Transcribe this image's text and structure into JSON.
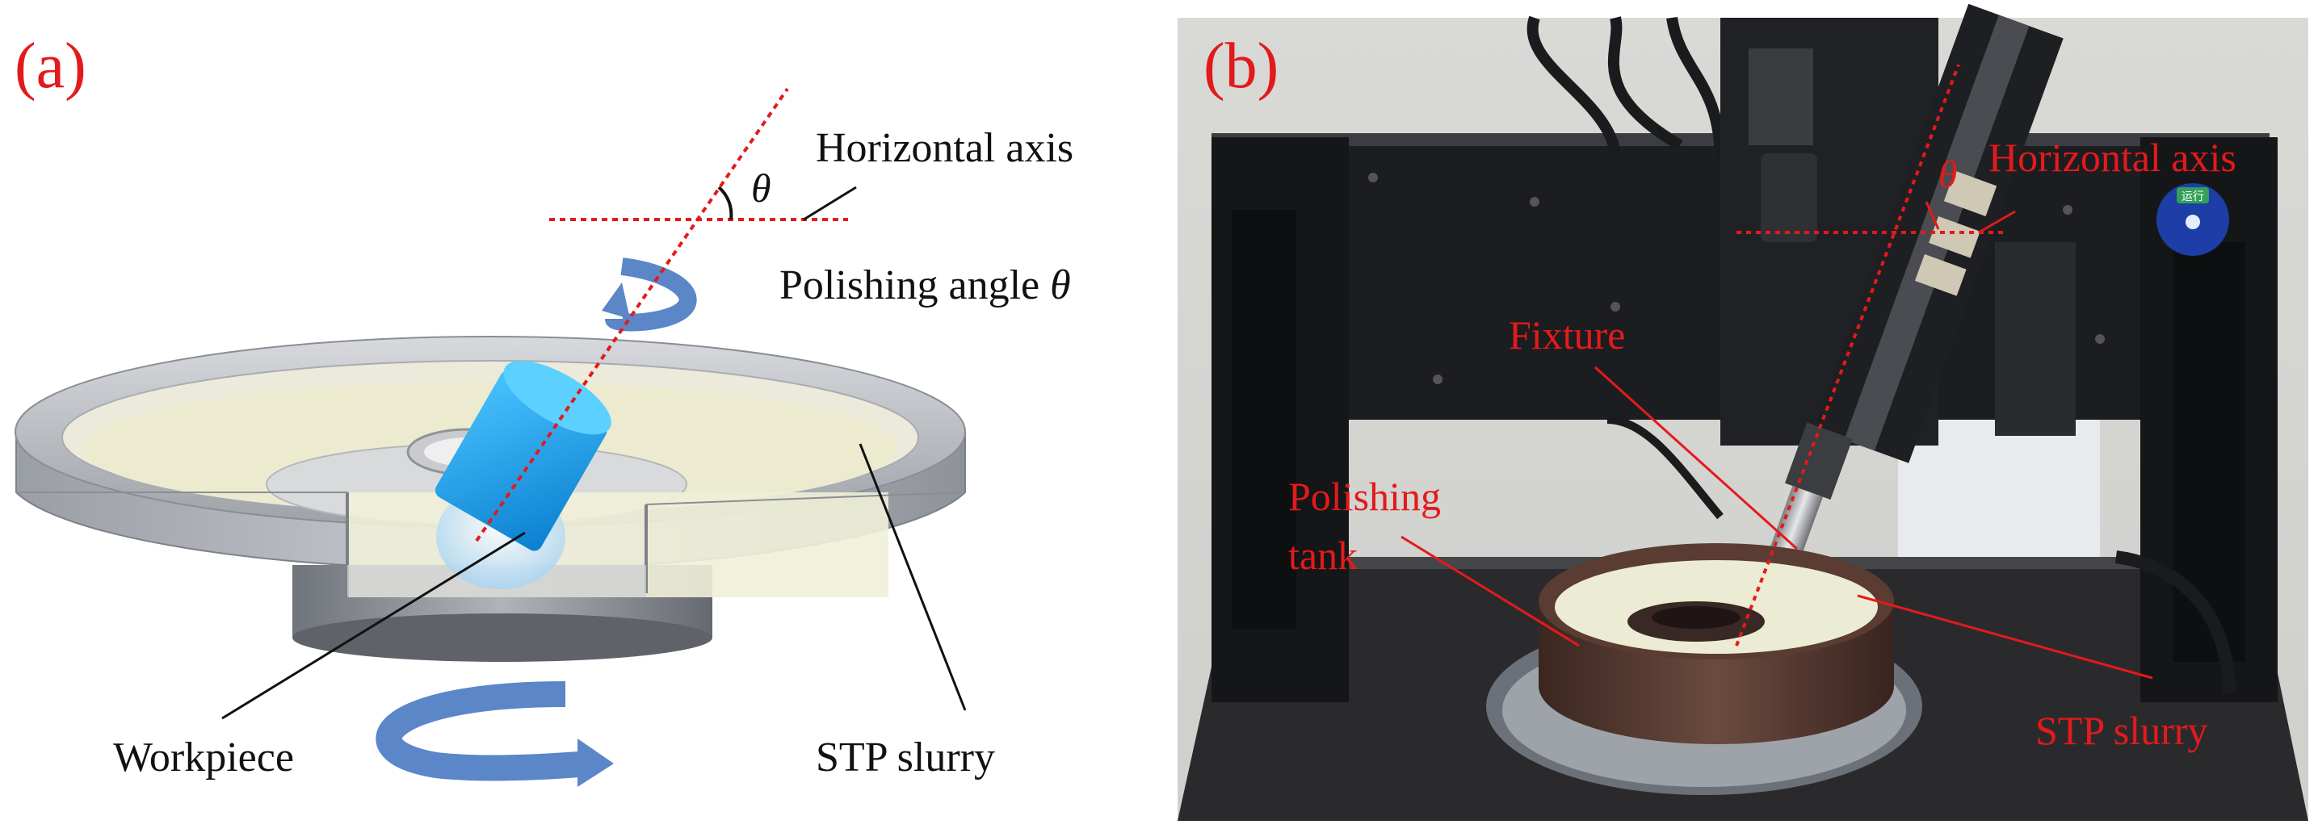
{
  "panel_a": {
    "label": "(a)",
    "horizontal_axis_label": "Horizontal axis",
    "theta_symbol": "θ",
    "polishing_angle_text": "Polishing angle ",
    "polishing_angle_symbol": "θ",
    "workpiece_label": "Workpiece",
    "slurry_label": "STP slurry"
  },
  "panel_b": {
    "label": "(b)",
    "theta_symbol": "θ",
    "horizontal_axis_label": "Horizontal axis",
    "fixture_label": "Fixture",
    "polishing_tank_line1": "Polishing",
    "polishing_tank_line2": "tank",
    "slurry_label": "STP slurry",
    "badge_text": "运行"
  },
  "colors": {
    "annotation_red": "#e31a1c",
    "text_black": "#111111",
    "workpiece_blue": "#1e9fe8",
    "arrow_blue": "#5b86c8",
    "tank_grey": "#b9bcc2",
    "slurry_cream": "#ecebd0"
  }
}
